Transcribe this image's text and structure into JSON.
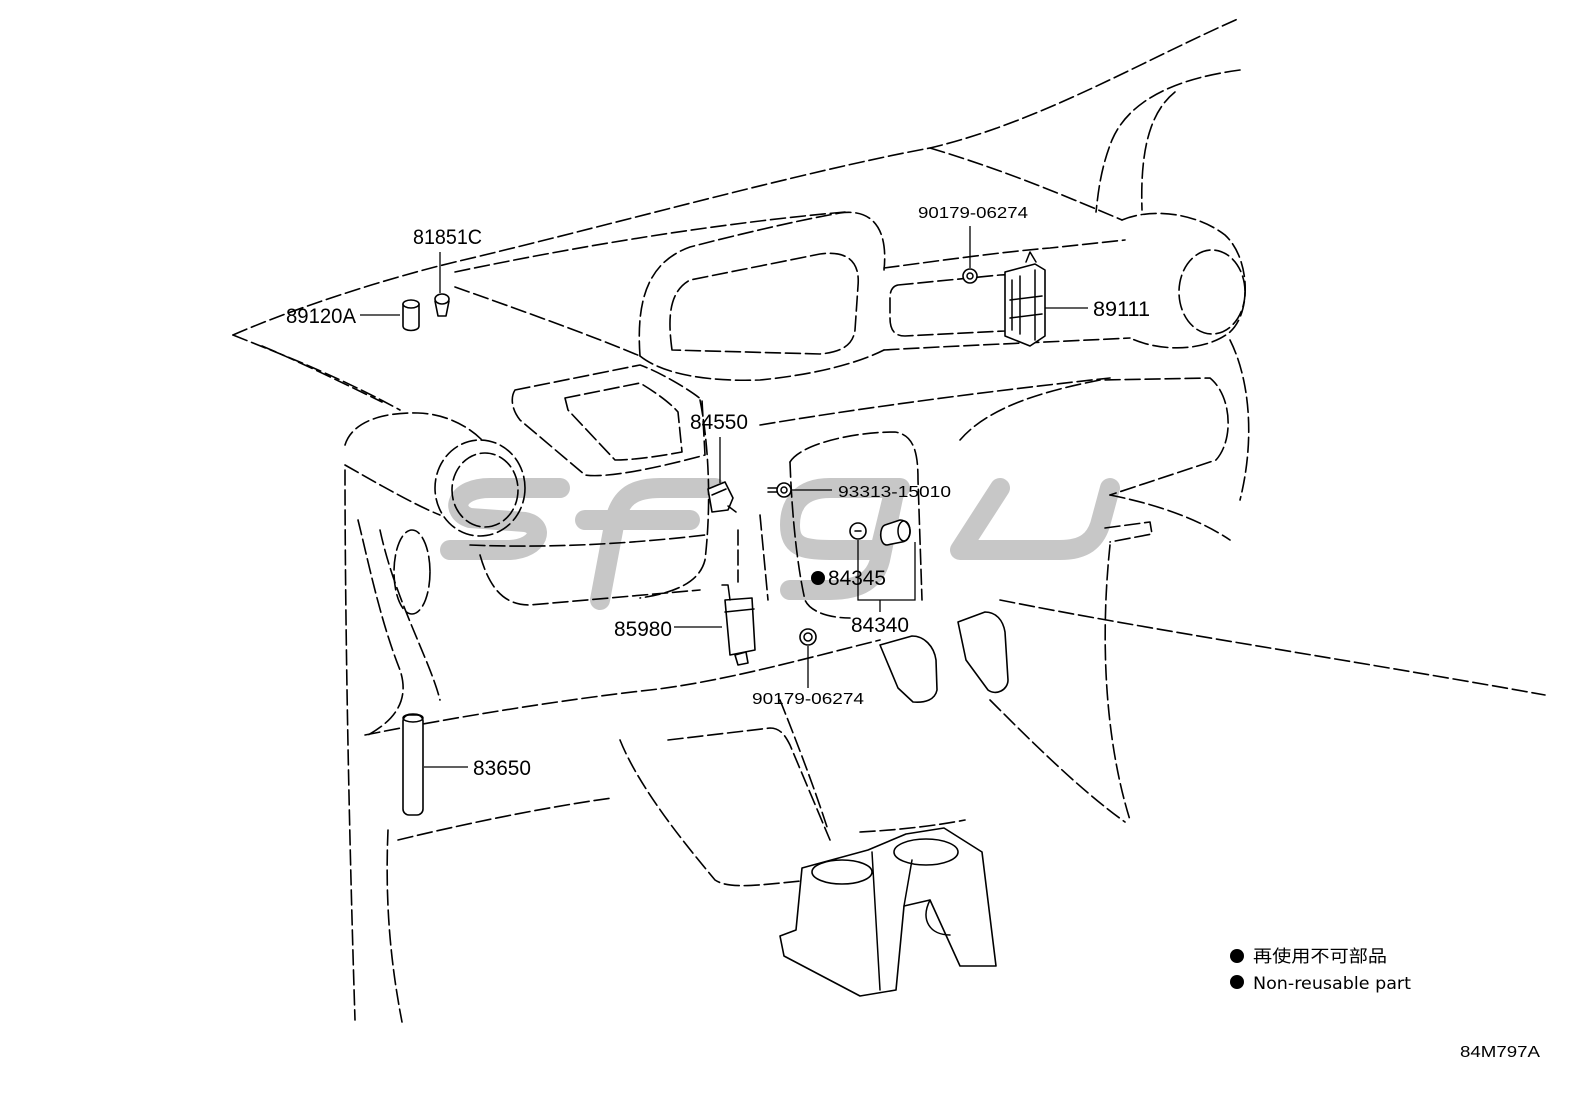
{
  "diagram": {
    "parts": [
      {
        "number": "81851C",
        "non_reusable": false
      },
      {
        "number": "89120A",
        "non_reusable": false
      },
      {
        "number": "90179-06274",
        "non_reusable": false
      },
      {
        "number": "89111",
        "non_reusable": false
      },
      {
        "number": "84550",
        "non_reusable": false
      },
      {
        "number": "93313-15010",
        "non_reusable": false
      },
      {
        "number": "84345",
        "non_reusable": true
      },
      {
        "number": "84340",
        "non_reusable": false
      },
      {
        "number": "85980",
        "non_reusable": false
      },
      {
        "number": "90179-06274",
        "non_reusable": false
      },
      {
        "number": "83650",
        "non_reusable": false
      }
    ],
    "legend": [
      {
        "marker": "filled-circle",
        "label": "再使用不可部品"
      },
      {
        "marker": "filled-circle",
        "label": "Non-reusable part"
      }
    ],
    "figure_code": "84M797A"
  },
  "colors": {
    "line": "#000000",
    "background": "#ffffff",
    "watermark": "#b4b4b4"
  }
}
